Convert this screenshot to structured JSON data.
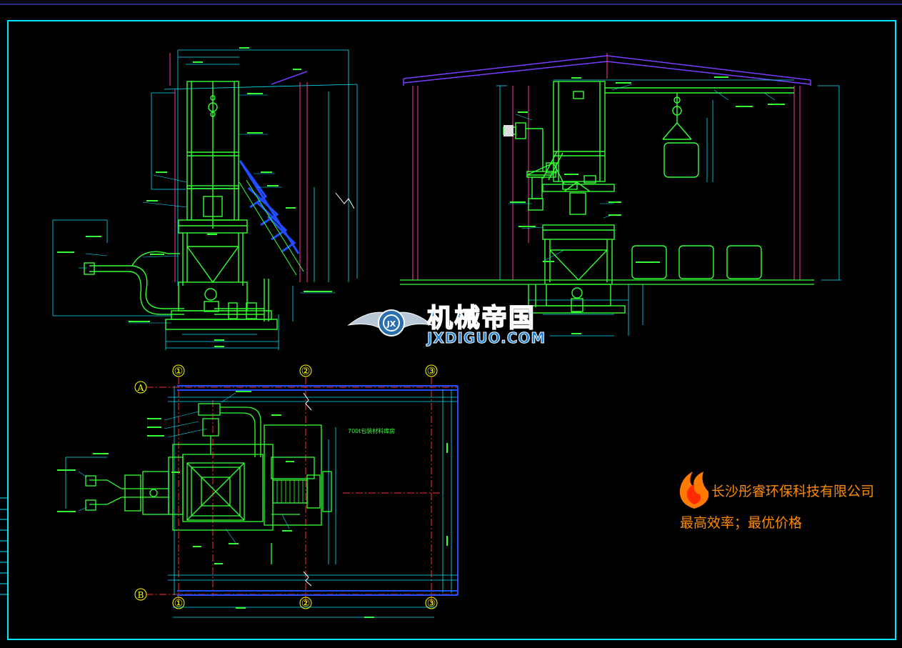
{
  "colors": {
    "background": "#000000",
    "border": "#00e5ff",
    "structure": "#33ff33",
    "dimension": "#00e5ff",
    "pipe_blue": "#1f4dff",
    "roof": "#7a3cff",
    "axis_line": "#ff2a2a",
    "grid_bubble": "#ffff00",
    "company_text": "#ff8a00"
  },
  "grid_axes": {
    "columns": [
      "①",
      "②",
      "③"
    ],
    "rows": [
      "A",
      "B"
    ]
  },
  "labels": {
    "warehouse": "700t包装材料库房"
  },
  "company": {
    "name": "长沙彤睿环保科技有限公司",
    "slogan": "最高效率；最优价格"
  },
  "watermark": {
    "brand": "机械帝国",
    "url": "JXDIGUO.COM"
  },
  "icons": [
    "gear-eagle-logo-icon",
    "flame-logo-icon"
  ]
}
